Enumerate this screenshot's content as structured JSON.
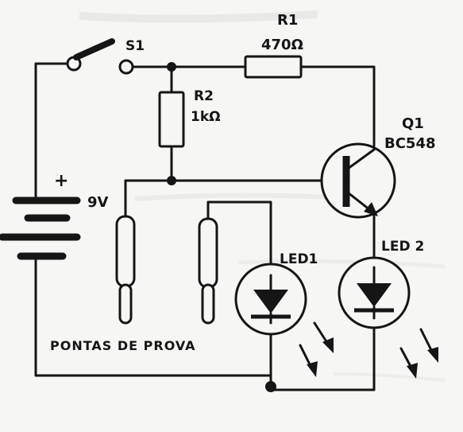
{
  "diagram": {
    "switch": {
      "name": "S1"
    },
    "r1": {
      "name": "R1",
      "value": "470Ω"
    },
    "r2": {
      "name": "R2",
      "value": "1kΩ"
    },
    "transistor": {
      "name": "Q1",
      "part": "BC548"
    },
    "battery": {
      "polarity": "+",
      "voltage": "9V"
    },
    "led1": {
      "name": "LED1"
    },
    "led2": {
      "name": "LED 2"
    },
    "probes": {
      "label": "PONTAS DE PROVA"
    }
  }
}
